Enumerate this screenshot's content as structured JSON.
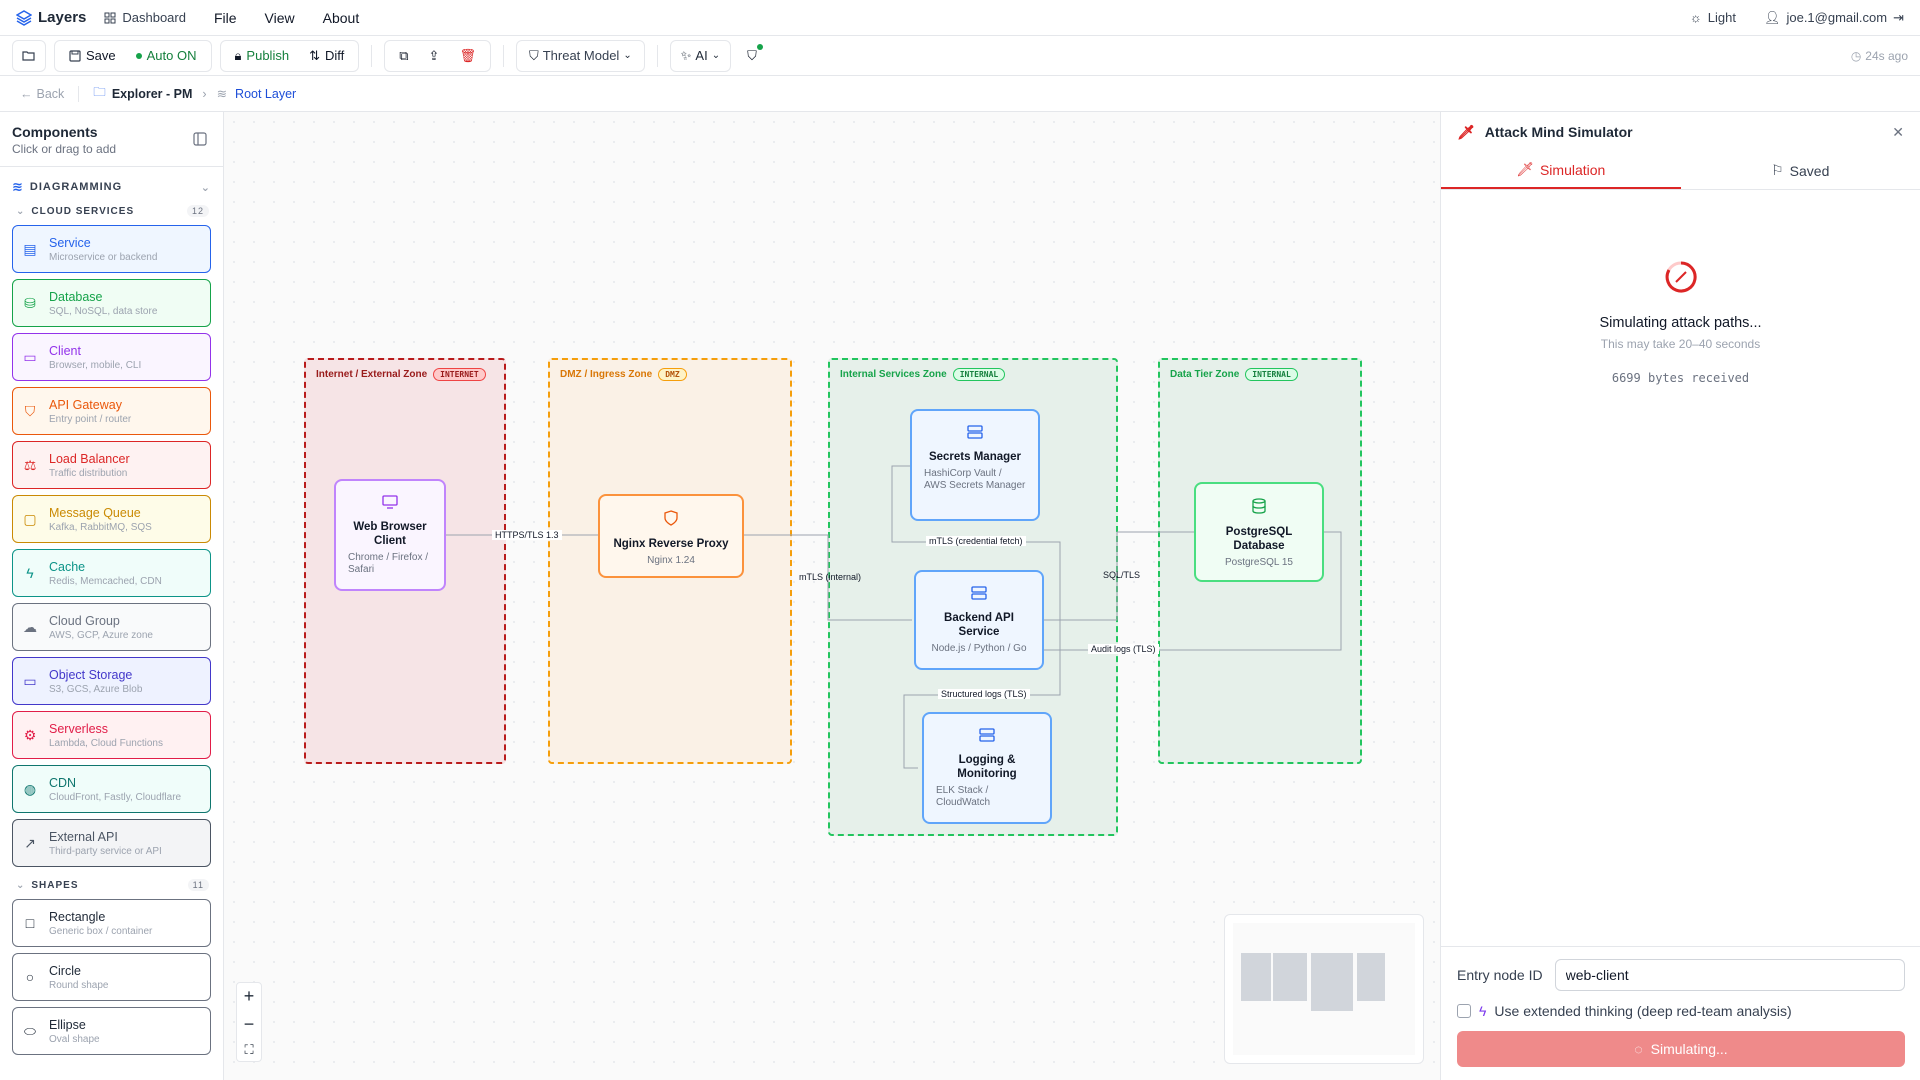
{
  "app": {
    "name": "Layers"
  },
  "menu": {
    "dashboard": "Dashboard",
    "file": "File",
    "view": "View",
    "about": "About"
  },
  "user": {
    "theme": "Light",
    "email": "joe.1@gmail.com"
  },
  "toolbar": {
    "save": "Save",
    "auto": "Auto ON",
    "publish": "Publish",
    "diff": "Diff",
    "threat_model": "Threat Model",
    "ai": "AI",
    "last_saved": "24s ago"
  },
  "breadcrumb": {
    "back": "Back",
    "explorer": "Explorer - PM",
    "root": "Root Layer"
  },
  "sidebar": {
    "title": "Components",
    "subtitle": "Click or drag to add",
    "section": "DIAGRAMMING",
    "cloud_title": "CLOUD SERVICES",
    "cloud_count": "12",
    "cloud": [
      {
        "name": "Service",
        "desc": "Microservice or backend",
        "color": "#2563eb",
        "bg": "#eff6ff"
      },
      {
        "name": "Database",
        "desc": "SQL, NoSQL, data store",
        "color": "#16a34a",
        "bg": "#f0fdf4"
      },
      {
        "name": "Client",
        "desc": "Browser, mobile, CLI",
        "color": "#9333ea",
        "bg": "#faf5ff"
      },
      {
        "name": "API Gateway",
        "desc": "Entry point / router",
        "color": "#ea580c",
        "bg": "#fff7ed"
      },
      {
        "name": "Load Balancer",
        "desc": "Traffic distribution",
        "color": "#dc2626",
        "bg": "#fef2f2"
      },
      {
        "name": "Message Queue",
        "desc": "Kafka, RabbitMQ, SQS",
        "color": "#ca8a04",
        "bg": "#fefce8"
      },
      {
        "name": "Cache",
        "desc": "Redis, Memcached, CDN",
        "color": "#0d9488",
        "bg": "#f0fdfa"
      },
      {
        "name": "Cloud Group",
        "desc": "AWS, GCP, Azure zone",
        "color": "#6b7280",
        "bg": "#f9fafb"
      },
      {
        "name": "Object Storage",
        "desc": "S3, GCS, Azure Blob",
        "color": "#4338ca",
        "bg": "#eef2ff"
      },
      {
        "name": "Serverless",
        "desc": "Lambda, Cloud Functions",
        "color": "#e11d48",
        "bg": "#fff1f2"
      },
      {
        "name": "CDN",
        "desc": "CloudFront, Fastly, Cloudflare",
        "color": "#0f766e",
        "bg": "#f0fdfa"
      },
      {
        "name": "External API",
        "desc": "Third-party service or API",
        "color": "#4b5563",
        "bg": "#f3f4f6"
      }
    ],
    "shapes_title": "SHAPES",
    "shapes_count": "11",
    "shapes": [
      {
        "name": "Rectangle",
        "desc": "Generic box / container"
      },
      {
        "name": "Circle",
        "desc": "Round shape"
      },
      {
        "name": "Ellipse",
        "desc": "Oval shape"
      }
    ]
  },
  "diagram": {
    "zones": {
      "internet": {
        "label": "Internet / External Zone",
        "badge": "INTERNET"
      },
      "dmz": {
        "label": "DMZ / Ingress Zone",
        "badge": "DMZ"
      },
      "internal": {
        "label": "Internal Services Zone",
        "badge": "INTERNAL"
      },
      "data": {
        "label": "Data Tier Zone",
        "badge": "INTERNAL"
      }
    },
    "nodes": {
      "web": {
        "title": "Web Browser Client",
        "sub": "Chrome / Firefox / Safari"
      },
      "nginx": {
        "title": "Nginx Reverse Proxy",
        "sub": "Nginx 1.24"
      },
      "secrets": {
        "title": "Secrets Manager",
        "sub": "HashiCorp Vault / AWS Secrets Manager"
      },
      "backend": {
        "title": "Backend API Service",
        "sub": "Node.js / Python / Go"
      },
      "logging": {
        "title": "Logging & Monitoring",
        "sub": "ELK Stack / CloudWatch"
      },
      "postgres": {
        "title": "PostgreSQL Database",
        "sub": "PostgreSQL 15"
      }
    },
    "edges": {
      "https": "HTTPS/TLS 1.3",
      "mtls_internal": "mTLS (internal)",
      "mtls_cred": "mTLS (credential fetch)",
      "sql": "SQL/TLS",
      "audit": "Audit logs (TLS)",
      "structured": "Structured logs (TLS)"
    }
  },
  "panel": {
    "title": "Attack Mind Simulator",
    "tab_sim": "Simulation",
    "tab_saved": "Saved",
    "status": "Simulating attack paths...",
    "note": "This may take 20–40 seconds",
    "bytes": "6699 bytes received",
    "entry_label": "Entry node ID",
    "entry_value": "web-client",
    "extended": "Use extended thinking (deep red-team analysis)",
    "button": "Simulating..."
  }
}
